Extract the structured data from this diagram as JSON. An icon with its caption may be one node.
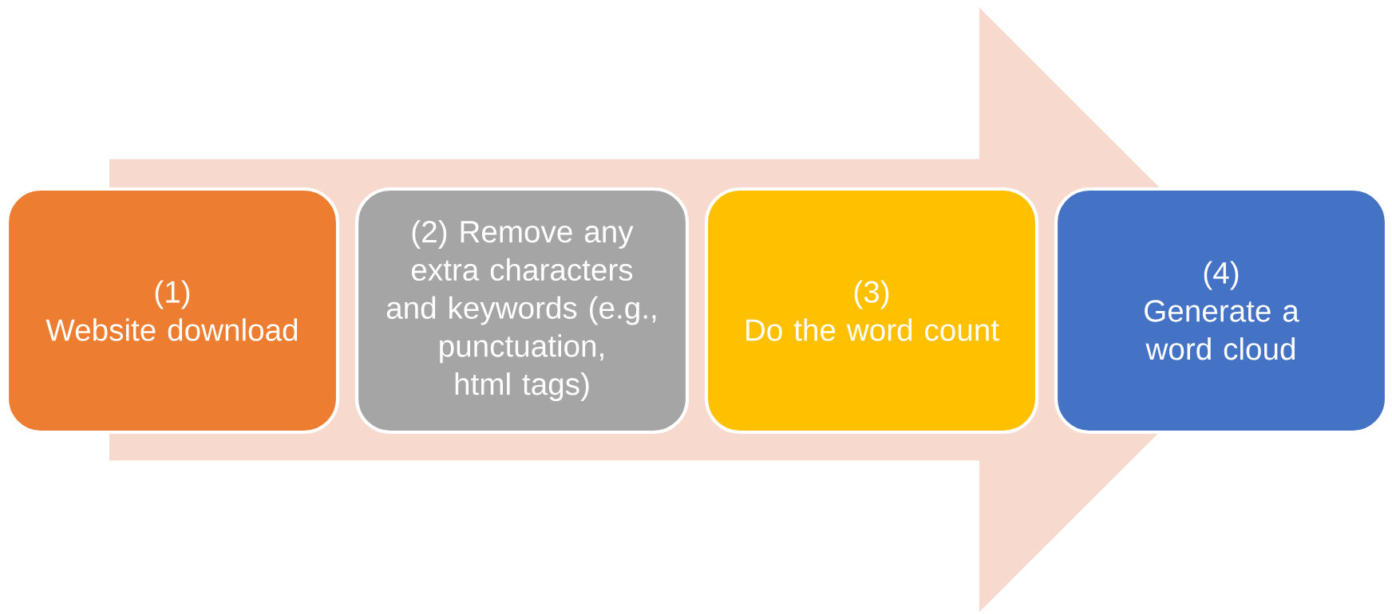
{
  "diagram": {
    "nodes": [
      {
        "text": [
          "(1)",
          "Website download"
        ]
      },
      {
        "text": [
          "(2) Remove any extra characters and keywords (e.g., punctuation, html tags)"
        ]
      },
      {
        "text": [
          "(3)",
          "Do the word count"
        ]
      },
      {
        "text": [
          "(4)",
          "Generate a word cloud"
        ]
      }
    ],
    "edges": [
      {
        "from": 0,
        "to": 3,
        "arrow": "to"
      }
    ]
  }
}
